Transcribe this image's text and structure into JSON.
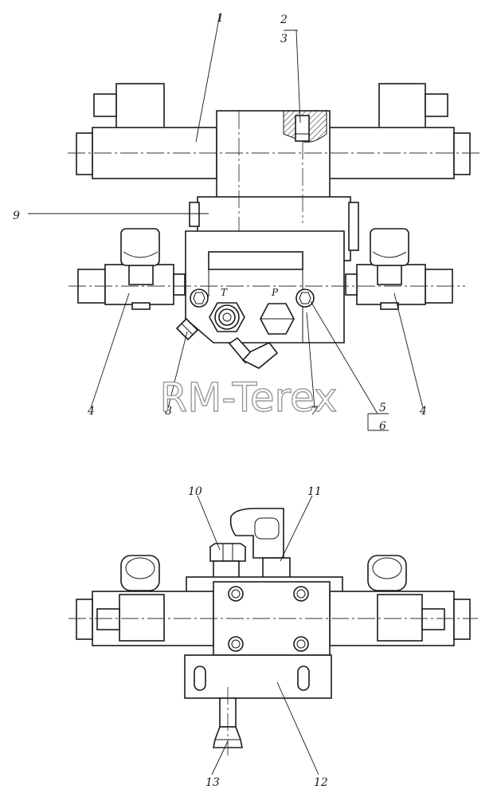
{
  "watermark": "RM-Terex",
  "ports": {
    "t": "T",
    "p": "P"
  },
  "callouts": {
    "c1": "1",
    "c2": "2",
    "c3": "3",
    "c4a": "4",
    "c4b": "4",
    "c5": "5",
    "c6": "6",
    "c7": "7",
    "c8": "8",
    "c9": "9",
    "c10": "10",
    "c11": "11",
    "c12": "12",
    "c13": "13"
  }
}
